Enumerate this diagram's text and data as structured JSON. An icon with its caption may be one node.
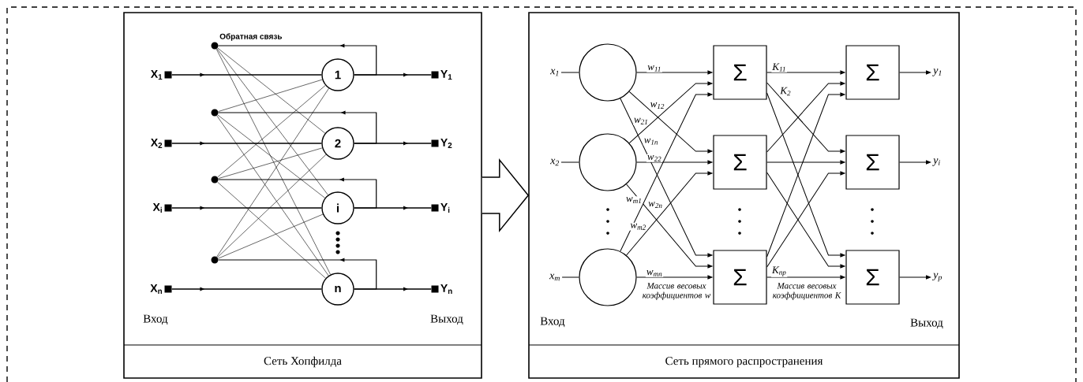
{
  "diagram": {
    "nodes": [
      {
        "text": [
          "Сеть Хопфилда"
        ]
      },
      {
        "text": [
          "Сеть прямого распространения"
        ]
      },
      {
        "text": [
          "X$_{1}$"
        ],
        "in": 0
      },
      {
        "text": [
          "X$_{2}$"
        ],
        "in": 0
      },
      {
        "text": [
          "X$_{i}$"
        ],
        "in": 0
      },
      {
        "text": [
          "X$_{n}$"
        ],
        "in": 0
      },
      {
        "text": [],
        "shape": "circle",
        "in": 0
      },
      {
        "text": [],
        "shape": "circle",
        "in": 0
      },
      {
        "text": [],
        "shape": "circle",
        "in": 0
      },
      {
        "text": [],
        "shape": "circle",
        "in": 0
      },
      {
        "text": [
          "1"
        ],
        "in": 0
      },
      {
        "text": [
          "2"
        ],
        "in": 0
      },
      {
        "text": [
          "i"
        ],
        "in": 0
      },
      {
        "text": [
          "n"
        ],
        "in": 0
      },
      {
        "text": [
          "Y$_{1}$"
        ],
        "in": 0
      },
      {
        "text": [
          "Y$_{2}$"
        ],
        "in": 0
      },
      {
        "text": [
          "Y$_{i}$"
        ],
        "in": 0
      },
      {
        "text": [
          "Y$_{n}$"
        ],
        "in": 0
      },
      {
        "text": [
          "x$_{1}$"
        ],
        "in": 1
      },
      {
        "text": [
          "x$_{2}$"
        ],
        "in": 1
      },
      {
        "text": [
          "x$_{m}$"
        ],
        "in": 1
      },
      {
        "text": [],
        "shape": "circle",
        "in": 1
      },
      {
        "text": [],
        "shape": "circle",
        "in": 1
      },
      {
        "text": [],
        "shape": "circle",
        "in": 1
      },
      {
        "text": [
          "Σ"
        ],
        "in": 1
      },
      {
        "text": [
          "Σ"
        ],
        "in": 1
      },
      {
        "text": [
          "Σ"
        ],
        "in": 1
      },
      {
        "text": [
          "Σ"
        ],
        "in": 1
      },
      {
        "text": [
          "Σ"
        ],
        "in": 1
      },
      {
        "text": [
          "Σ"
        ],
        "in": 1
      },
      {
        "text": [
          "y$_{1}$"
        ],
        "in": 1
      },
      {
        "text": [
          "y$_{i}$"
        ],
        "in": 1
      },
      {
        "text": [
          "y$_{p}$"
        ],
        "in": 1
      }
    ],
    "edges": [
      {
        "from": 0,
        "to": 1,
        "arrow": "to"
      },
      {
        "from": 2,
        "to": 10,
        "arrow": "to"
      },
      {
        "from": 3,
        "to": 11,
        "arrow": "to"
      },
      {
        "from": 4,
        "to": 12,
        "arrow": "to"
      },
      {
        "from": 5,
        "to": 13,
        "arrow": "to"
      },
      {
        "from": 10,
        "to": 14,
        "arrow": "to"
      },
      {
        "from": 11,
        "to": 15,
        "arrow": "to"
      },
      {
        "from": 12,
        "to": 16,
        "arrow": "to"
      },
      {
        "from": 13,
        "to": 17,
        "arrow": "to"
      },
      {
        "from": 10,
        "to": 6,
        "arrow": "to"
      },
      {
        "from": 11,
        "to": 7,
        "arrow": "to"
      },
      {
        "from": 12,
        "to": 8,
        "arrow": "to"
      },
      {
        "from": 13,
        "to": 9,
        "arrow": "to"
      },
      {
        "from": 6,
        "to": 11,
        "arrow": "none"
      },
      {
        "from": 6,
        "to": 12,
        "arrow": "none"
      },
      {
        "from": 6,
        "to": 13,
        "arrow": "none"
      },
      {
        "from": 7,
        "to": 10,
        "arrow": "none"
      },
      {
        "from": 7,
        "to": 12,
        "arrow": "none"
      },
      {
        "from": 7,
        "to": 13,
        "arrow": "none"
      },
      {
        "from": 8,
        "to": 10,
        "arrow": "none"
      },
      {
        "from": 8,
        "to": 11,
        "arrow": "none"
      },
      {
        "from": 8,
        "to": 13,
        "arrow": "none"
      },
      {
        "from": 9,
        "to": 10,
        "arrow": "none"
      },
      {
        "from": 9,
        "to": 11,
        "arrow": "none"
      },
      {
        "from": 9,
        "to": 12,
        "arrow": "none"
      },
      {
        "from": 18,
        "to": 21,
        "arrow": "none"
      },
      {
        "from": 19,
        "to": 22,
        "arrow": "none"
      },
      {
        "from": 20,
        "to": 23,
        "arrow": "none"
      },
      {
        "from": 21,
        "to": 24,
        "arrow": "to",
        "label": "w$_{11}$"
      },
      {
        "from": 21,
        "to": 25,
        "arrow": "to",
        "label": "w$_{12}$"
      },
      {
        "from": 21,
        "to": 26,
        "arrow": "to",
        "label": "w$_{1n}$"
      },
      {
        "from": 22,
        "to": 24,
        "arrow": "to",
        "label": "w$_{21}$"
      },
      {
        "from": 22,
        "to": 25,
        "arrow": "to",
        "label": "w$_{22}$"
      },
      {
        "from": 22,
        "to": 26,
        "arrow": "to",
        "label": "w$_{2n}$"
      },
      {
        "from": 23,
        "to": 24,
        "arrow": "to",
        "label": "w$_{m1}$"
      },
      {
        "from": 23,
        "to": 25,
        "arrow": "to",
        "label": "w$_{m2}$"
      },
      {
        "from": 23,
        "to": 26,
        "arrow": "to",
        "label": "w$_{mn}$"
      },
      {
        "from": 24,
        "to": 27,
        "arrow": "to",
        "label": "K$_{11}$"
      },
      {
        "from": 24,
        "to": 28,
        "arrow": "to",
        "label": "K$_{2}$"
      },
      {
        "from": 24,
        "to": 29,
        "arrow": "to"
      },
      {
        "from": 25,
        "to": 27,
        "arrow": "to"
      },
      {
        "from": 25,
        "to": 28,
        "arrow": "to"
      },
      {
        "from": 25,
        "to": 29,
        "arrow": "to"
      },
      {
        "from": 26,
        "to": 27,
        "arrow": "to"
      },
      {
        "from": 26,
        "to": 28,
        "arrow": "to"
      },
      {
        "from": 26,
        "to": 29,
        "arrow": "to",
        "label": "K$_{np}$"
      },
      {
        "from": 27,
        "to": 30,
        "arrow": "to"
      },
      {
        "from": 28,
        "to": 31,
        "arrow": "to"
      },
      {
        "from": 29,
        "to": 32,
        "arrow": "to"
      }
    ],
    "labels": [
      "Обратная связь",
      "Вход",
      "Выход",
      "Массив весовых коэффициентов w",
      "Массив весовых коэффициентов K",
      "Вход",
      "Выход"
    ]
  }
}
